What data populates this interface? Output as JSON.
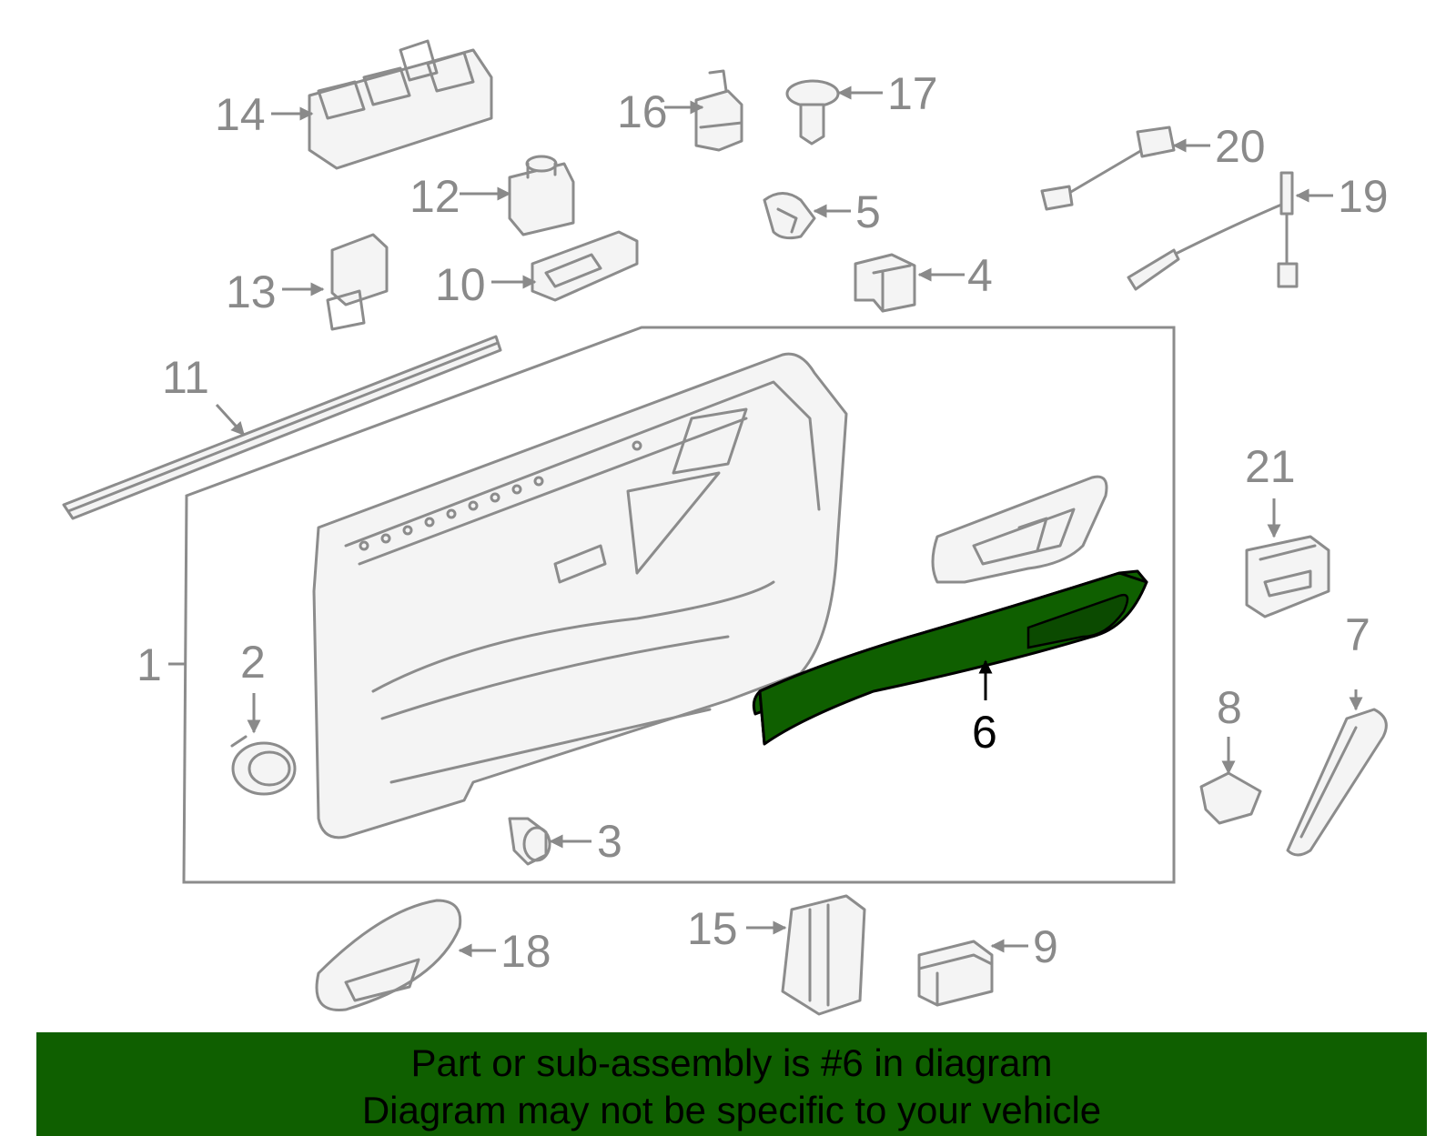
{
  "callouts": {
    "c1": "1",
    "c2": "2",
    "c3": "3",
    "c4": "4",
    "c5": "5",
    "c6": "6",
    "c7": "7",
    "c8": "8",
    "c9": "9",
    "c10": "10",
    "c11": "11",
    "c12": "12",
    "c13": "13",
    "c14": "14",
    "c15": "15",
    "c16": "16",
    "c17": "17",
    "c18": "18",
    "c19": "19",
    "c20": "20",
    "c21": "21"
  },
  "banner": {
    "line1": "Part or sub-assembly is #6 in diagram",
    "line2": "Diagram may not be specific to your vehicle"
  },
  "colors": {
    "highlight": "#0f5f00",
    "line": "#8c8c8c"
  }
}
